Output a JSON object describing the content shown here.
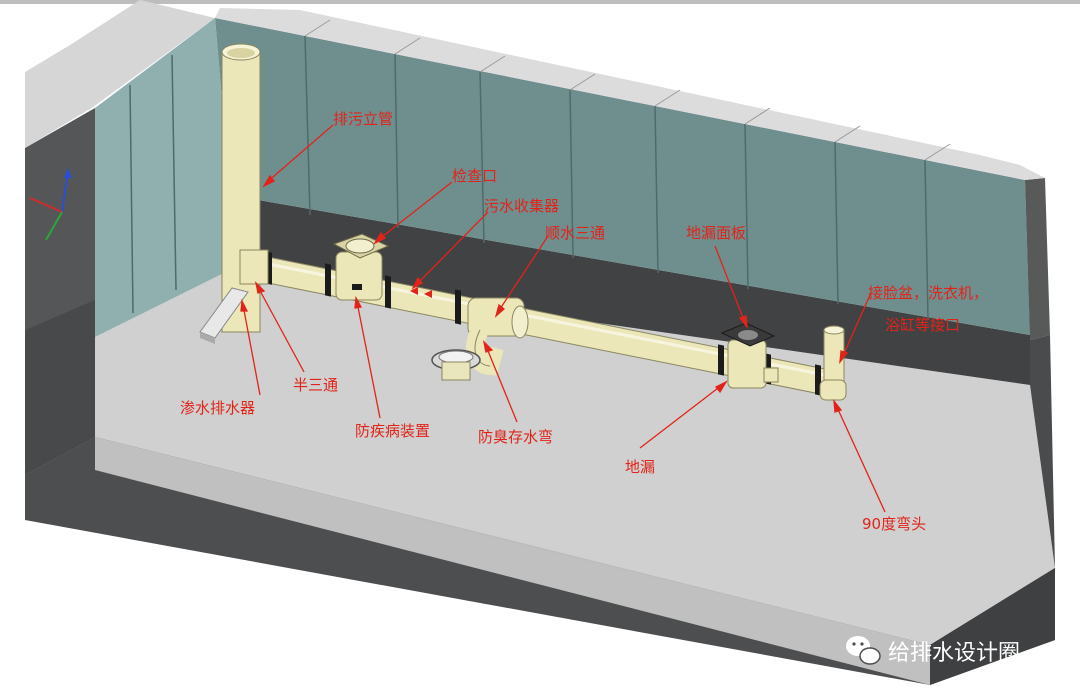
{
  "colors": {
    "label": "#e2231a",
    "pipe": "#ece7b8",
    "pipe_edge": "#8a8660",
    "wall_tile": "#6f8f8f",
    "floor": "#cfd0cf",
    "slab_side": "#555657"
  },
  "labels": {
    "stack": "排污立管",
    "inspection": "检查口",
    "collector": "污水收集器",
    "tee": "顺水三通",
    "drain_panel": "地漏面板",
    "fixture_line1": "接脸盆，洗衣机，",
    "fixture_line2": "浴缸等接口",
    "seepage": "渗水排水器",
    "half_tee": "半三通",
    "antidisease": "防疾病装置",
    "trap": "防臭存水弯",
    "floor_drain": "地漏",
    "elbow": "90度弯头"
  },
  "watermark": {
    "text": "给排水设计圈",
    "icon": "wechat-icon"
  },
  "axis": {
    "icon": "axis-triad-icon"
  }
}
